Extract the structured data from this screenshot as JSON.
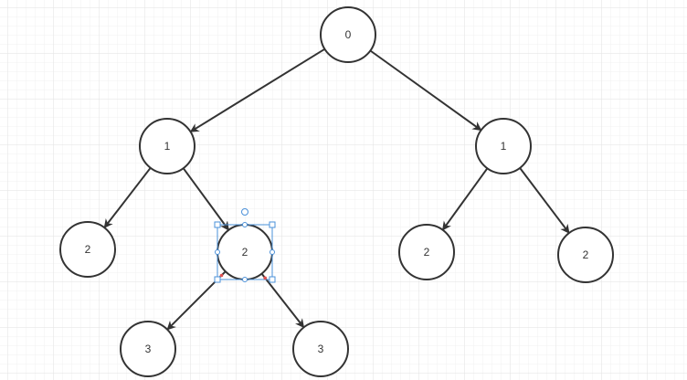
{
  "diagram": {
    "nodes": [
      {
        "id": "n0",
        "label": "0",
        "selected": false
      },
      {
        "id": "n1a",
        "label": "1",
        "selected": false
      },
      {
        "id": "n1b",
        "label": "1",
        "selected": false
      },
      {
        "id": "n2a",
        "label": "2",
        "selected": false
      },
      {
        "id": "n2b",
        "label": "2",
        "selected": true
      },
      {
        "id": "n2c",
        "label": "2",
        "selected": false
      },
      {
        "id": "n2d",
        "label": "2",
        "selected": false
      },
      {
        "id": "n3a",
        "label": "3",
        "selected": false
      },
      {
        "id": "n3b",
        "label": "3",
        "selected": false
      }
    ],
    "edges": [
      {
        "from": "n0",
        "to": "n1a"
      },
      {
        "from": "n0",
        "to": "n1b"
      },
      {
        "from": "n1a",
        "to": "n2a"
      },
      {
        "from": "n1a",
        "to": "n2b"
      },
      {
        "from": "n1b",
        "to": "n2c"
      },
      {
        "from": "n1b",
        "to": "n2d"
      },
      {
        "from": "n2b",
        "to": "n3a"
      },
      {
        "from": "n2b",
        "to": "n3b"
      }
    ]
  },
  "colors": {
    "grid_minor": "#f0f0f0",
    "grid_major": "#e2e2e2",
    "node_stroke": "#333333",
    "edge": "#333333",
    "selection": "#4a90d9",
    "connection_point": "#e05050"
  }
}
